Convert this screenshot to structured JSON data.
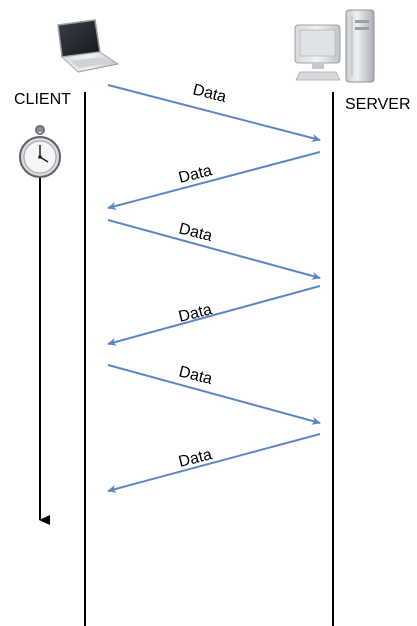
{
  "actors": {
    "client": {
      "label": "CLIENT",
      "icon": "laptop-icon"
    },
    "server": {
      "label": "SERVER",
      "icon": "desktop-computer-icon"
    }
  },
  "timer": {
    "icon": "stopwatch-icon"
  },
  "messages": [
    {
      "label": "Data",
      "from": "client",
      "to": "server"
    },
    {
      "label": "Data",
      "from": "server",
      "to": "client"
    },
    {
      "label": "Data",
      "from": "client",
      "to": "server"
    },
    {
      "label": "Data",
      "from": "server",
      "to": "client"
    },
    {
      "label": "Data",
      "from": "client",
      "to": "server"
    },
    {
      "label": "Data",
      "from": "server",
      "to": "client"
    }
  ],
  "colors": {
    "arrow": "#5b87c5",
    "lifeline": "#000000"
  }
}
